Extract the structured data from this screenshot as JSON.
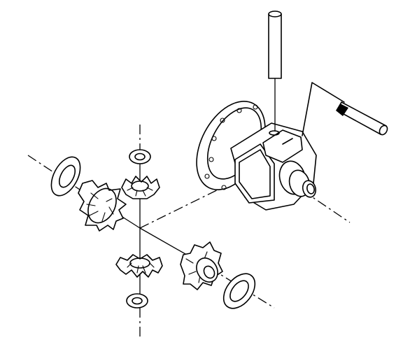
{
  "diagram": {
    "components": [
      {
        "name": "differential-case",
        "icon": "differential-case-icon"
      },
      {
        "name": "pinion-shaft",
        "icon": "pinion-shaft-icon"
      },
      {
        "name": "lock-bolt",
        "icon": "lock-bolt-icon"
      },
      {
        "name": "side-gear-left",
        "icon": "bevel-gear-icon"
      },
      {
        "name": "side-gear-right",
        "icon": "bevel-gear-icon"
      },
      {
        "name": "pinion-gear-top",
        "icon": "bevel-gear-icon"
      },
      {
        "name": "pinion-gear-bottom",
        "icon": "bevel-gear-icon"
      },
      {
        "name": "thrust-washer-left",
        "icon": "washer-icon"
      },
      {
        "name": "thrust-washer-right",
        "icon": "washer-icon"
      },
      {
        "name": "thrust-washer-top",
        "icon": "washer-icon"
      },
      {
        "name": "thrust-washer-bottom",
        "icon": "washer-icon"
      }
    ],
    "colors": {
      "line": "#000000",
      "background": "#ffffff"
    }
  }
}
